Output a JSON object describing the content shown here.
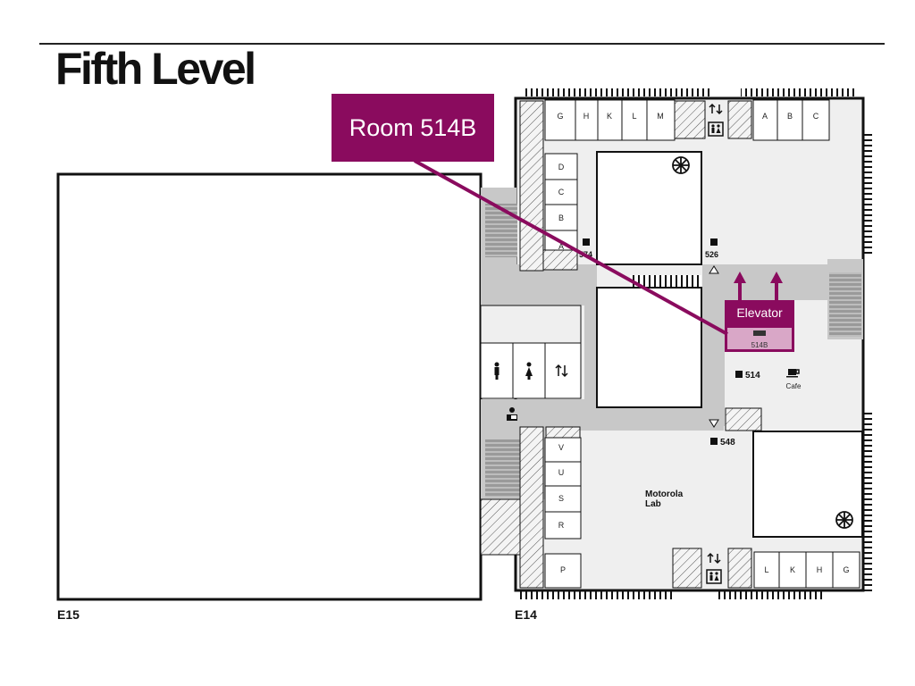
{
  "page": {
    "title": "Fifth Level",
    "callout_label": "Room 514B",
    "building_left_label": "E15",
    "building_right_label": "E14"
  },
  "colors": {
    "accent": "#8a0b5e",
    "accent_light": "#d9a7c7",
    "corridor": "#c8c8c8",
    "room_fill": "#efefef",
    "wall": "#111111"
  },
  "map": {
    "top_rooms_left": [
      "G",
      "H",
      "K",
      "L",
      "M"
    ],
    "top_rooms_right": [
      "A",
      "B",
      "C"
    ],
    "upper_column_rooms": [
      "D",
      "C",
      "B",
      "A"
    ],
    "lower_column_rooms": [
      "V",
      "U",
      "S",
      "R",
      "P"
    ],
    "bottom_rooms_right": [
      "L",
      "K",
      "H",
      "G"
    ],
    "room_574": "574",
    "room_526": "526",
    "room_514": "514",
    "room_548": "548",
    "elevator_label": "Elevator",
    "room_514b_small": "514B",
    "cafe_label": "Cafe",
    "lab_line1": "Motorola",
    "lab_line2": "Lab"
  },
  "icons": [
    "stairs-icon",
    "elevator-arrows-icon",
    "restroom-icon",
    "mens-room-icon",
    "womens-room-icon",
    "info-desk-icon",
    "cafe-cup-icon",
    "fan-icon",
    "marker-square-icon",
    "triangle-marker-icon"
  ]
}
